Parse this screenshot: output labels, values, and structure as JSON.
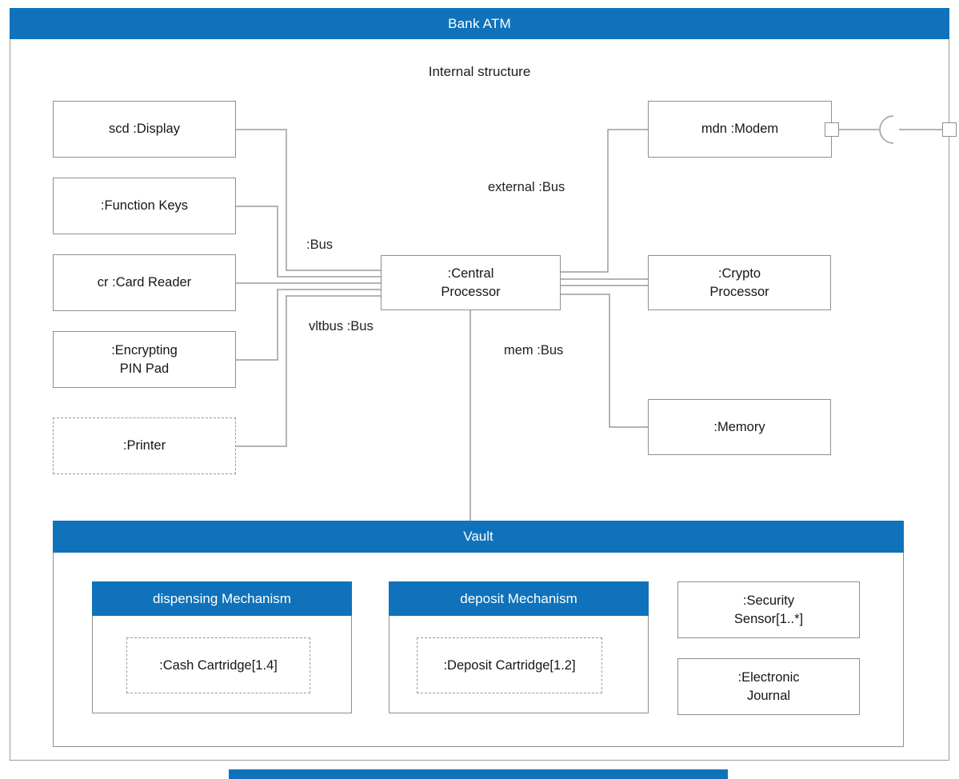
{
  "window": {
    "title": "Bank ATM",
    "subtitle": "Internal structure"
  },
  "parts": {
    "display": "scd :Display",
    "function_keys": ":Function Keys",
    "card_reader": "cr :Card Reader",
    "pin_pad": ":Encrypting\nPIN Pad",
    "printer": ":Printer",
    "central_processor": ":Central\nProcessor",
    "modem": "mdn :Modem",
    "crypto_processor": ":Crypto\nProcessor",
    "memory": ":Memory"
  },
  "connector_labels": {
    "bus": ":Bus",
    "external_bus": "external :Bus",
    "vltbus": "vltbus :Bus",
    "mem_bus": "mem :Bus"
  },
  "vault": {
    "title": "Vault",
    "dispensing_title": "dispensing Mechanism",
    "cash_cartridge": ":Cash Cartridge[1.4]",
    "deposit_title": "deposit Mechanism",
    "deposit_cartridge": ":Deposit Cartridge[1.2]",
    "security_sensor": ":Security\nSensor[1..*]",
    "electronic_journal": ":Electronic\nJournal"
  },
  "colors": {
    "header_blue": "#1072ba",
    "border_gray": "#8f8f8f",
    "line_gray": "#9b9b9b"
  }
}
